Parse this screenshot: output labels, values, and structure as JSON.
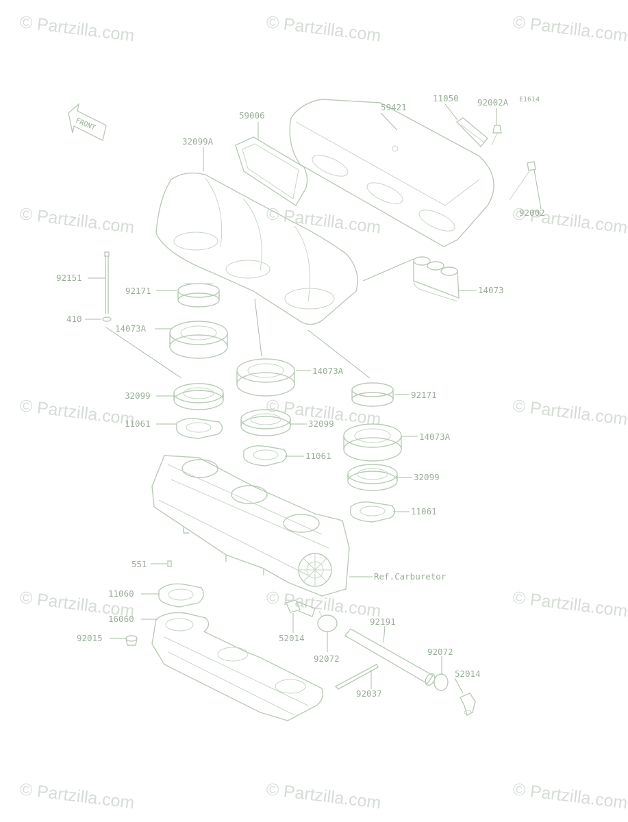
{
  "watermark": "© Partzilla.com",
  "diagram_code": "E1614",
  "front_label": "FRONT",
  "part_numbers": {
    "p59006": "59006",
    "p59421": "59421",
    "p11050": "11050",
    "p92002A": "92002A",
    "p32099A": "32099A",
    "p92002": "92002",
    "p92151": "92151",
    "p92171_a": "92171",
    "p410": "410",
    "p14073A_a": "14073A",
    "p14073": "14073",
    "p14073A_b": "14073A",
    "p32099_a": "32099",
    "p92171_b": "92171",
    "p11061_a": "11061",
    "p32099_b": "32099",
    "p14073A_c": "14073A",
    "p11061_b": "11061",
    "p32099_c": "32099",
    "p11061_c": "11061",
    "p551": "551",
    "ref_carburetor": "Ref.Carburetor",
    "p11060": "11060",
    "p16060": "16060",
    "p92015": "92015",
    "p52014_a": "52014",
    "p92191": "92191",
    "p92072_a": "92072",
    "p92072_b": "92072",
    "p52014_b": "52014",
    "p92037": "92037"
  }
}
